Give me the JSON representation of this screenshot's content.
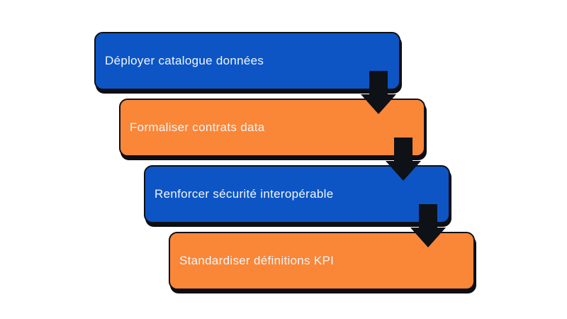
{
  "diagram": {
    "type": "staggered-process-flow",
    "background_color": "#ffffff",
    "outline_color": "#0e1015",
    "shadow_color": "#0c0e12",
    "arrow_color": "#0e1116",
    "label_color": "#f2f6fa",
    "steps": [
      {
        "label": "Déployer catalogue données",
        "color": "#0d55c5"
      },
      {
        "label": "Formaliser contrats data",
        "color": "#fa8638"
      },
      {
        "label": "Renforcer sécurité interopérable",
        "color": "#0d55c5"
      },
      {
        "label": "Standardiser définitions KPI",
        "color": "#fa8638"
      }
    ]
  }
}
